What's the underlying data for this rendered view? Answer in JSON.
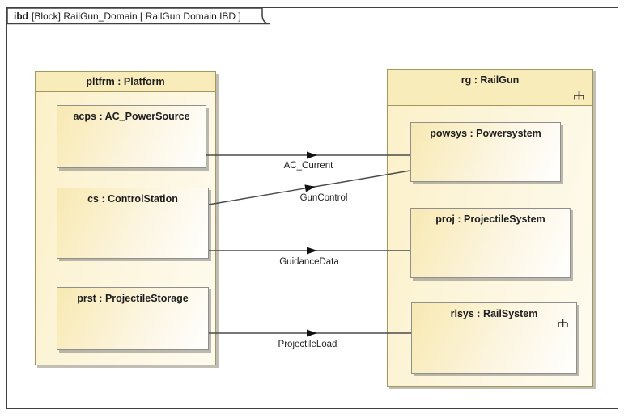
{
  "diagram": {
    "frame_keyword": "ibd",
    "frame_title": "[Block] RailGun_Domain [ RailGun Domain IBD ]"
  },
  "platform_block": {
    "label": "pltfrm : Platform",
    "parts": [
      {
        "label": "acps : AC_PowerSource"
      },
      {
        "label": "cs : ControlStation"
      },
      {
        "label": "prst : ProjectileStorage"
      }
    ]
  },
  "railgun_block": {
    "label": "rg : RailGun",
    "header_icon": "composite-structure-icon",
    "parts": [
      {
        "label": "powsys : Powersystem"
      },
      {
        "label": "proj : ProjectileSystem"
      },
      {
        "label": "rlsys : RailSystem",
        "icon": "composite-structure-icon"
      }
    ]
  },
  "connectors": [
    {
      "label": "AC_Current"
    },
    {
      "label": "GunControl"
    },
    {
      "label": "GuidanceData"
    },
    {
      "label": "ProjectileLoad"
    }
  ],
  "colors": {
    "frame_border": "#414141",
    "block_border": "#A3975C",
    "block_header_fill": "#F9ECBB",
    "inner_border": "#8F8F8F",
    "connector": "#4A4A4A",
    "arrow_fill": "#111111"
  }
}
